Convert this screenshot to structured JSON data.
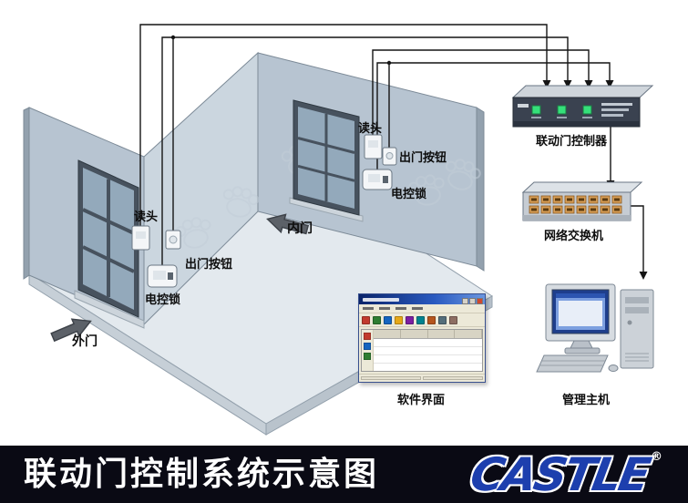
{
  "footer": {
    "title": "联动门控制系统示意图",
    "brand": "CASTLE",
    "registered": "®"
  },
  "labels": {
    "outer_reader": "读头",
    "outer_exit_button": "出门按钮",
    "outer_lock": "电控锁",
    "outer_door": "外门",
    "inner_reader": "读头",
    "inner_exit_button": "出门按钮",
    "inner_lock": "电控锁",
    "inner_door": "内门",
    "controller": "联动门控制器",
    "network_switch": "网络交换机",
    "software_ui": "软件界面",
    "management_host": "管理主机"
  },
  "colors": {
    "wall": "#b7c4d1",
    "wall_inner": "#cbd6df",
    "floor": "#e3e9ee",
    "door_frame": "#47525e",
    "door_panel": "#93a9bb",
    "wire": "#141414",
    "controller_body": "#3a4250",
    "led_green": "#35e07a",
    "switch_port": "#d79d55",
    "footer_bg": "#0a0a14",
    "brand_blue": "#1d3fae"
  }
}
